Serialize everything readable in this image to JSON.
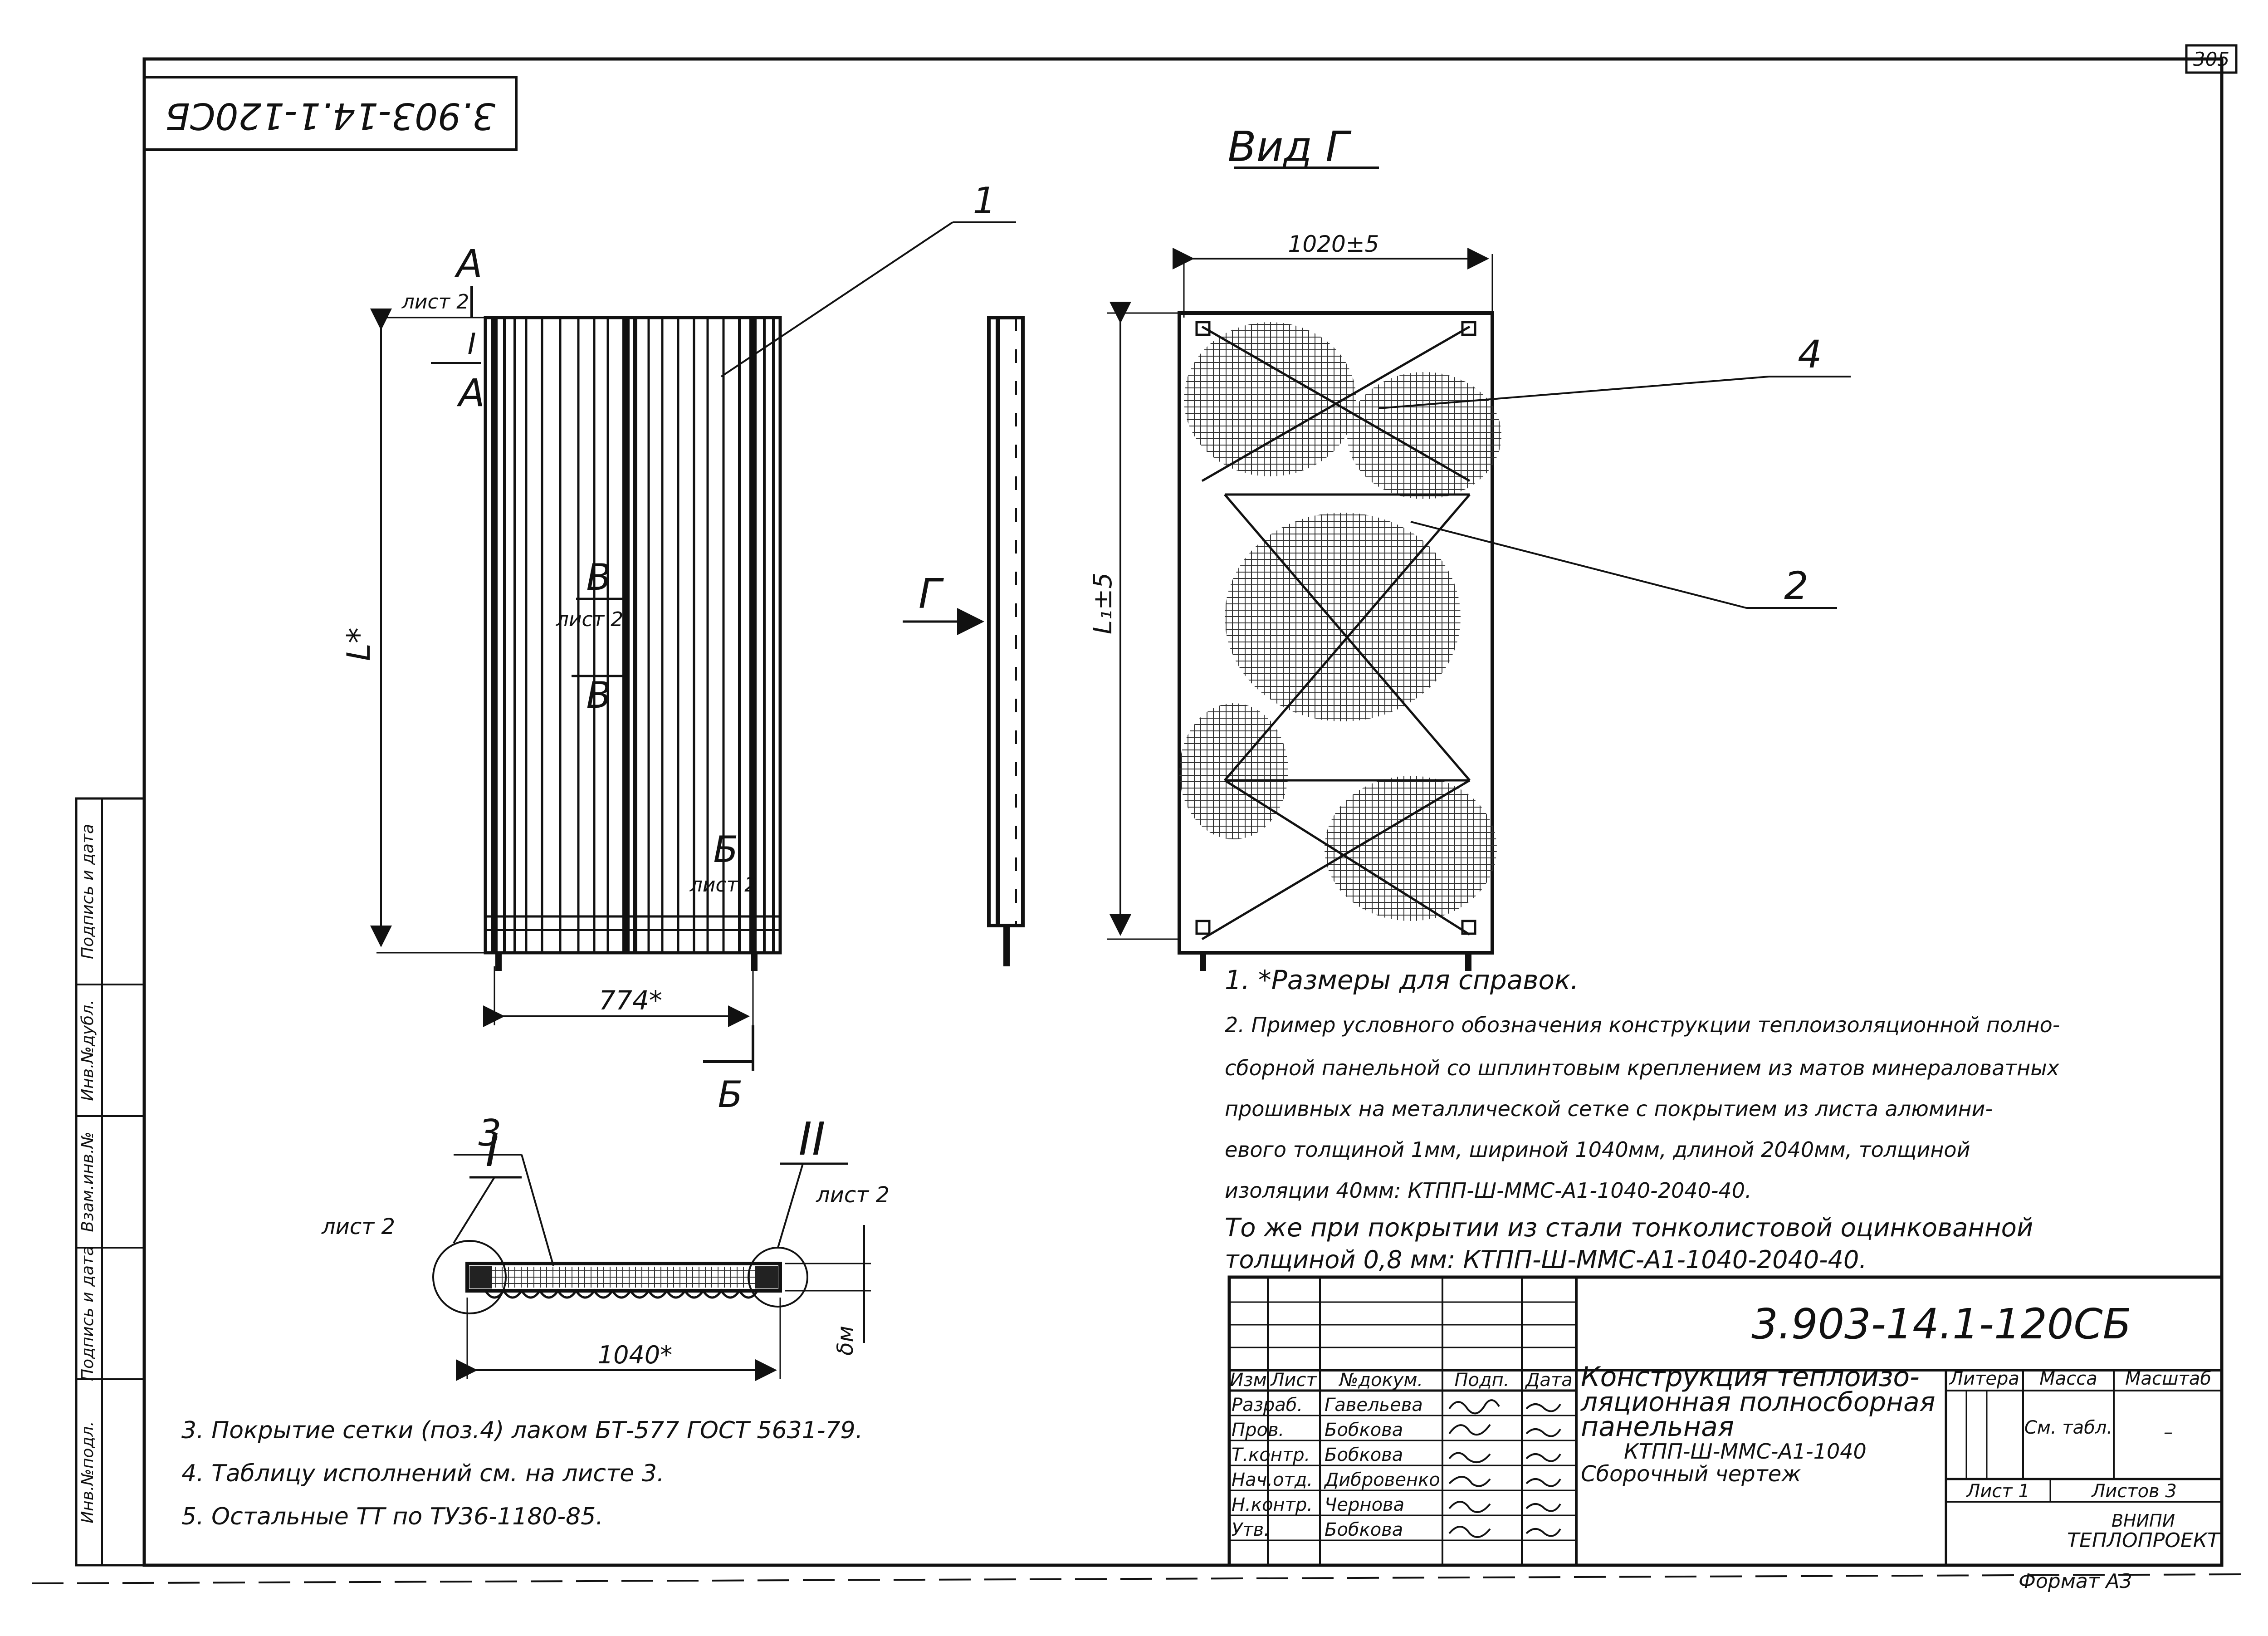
{
  "sheet_corner": "305",
  "designation_rotated": "3.903-14.1-120СБ",
  "view_title": "Вид Г",
  "left_view": {
    "section_a": "А",
    "sheet2_a": "лист 2",
    "numeral_one": "I",
    "section_v": "В",
    "sheet2_v": "лист 2",
    "section_b": "Б",
    "sheet2_b": "лист 2",
    "height_dim": "L*",
    "width_dim": "774*",
    "callout_1": "1"
  },
  "side_view": {
    "view_arrow": "Г"
  },
  "right_view": {
    "width_dim": "1020±5",
    "height_dim": "L₁±5",
    "callout_4": "4",
    "callout_2": "2"
  },
  "bottom_section": {
    "callout_3": "3",
    "numeral_one": "I",
    "numeral_two": "II",
    "sheet2_left": "лист 2",
    "sheet2_right": "лист 2",
    "width_dim": "1040*",
    "thickness_dim": "δм"
  },
  "notes_right": {
    "n1": "1. *Размеры для справок.",
    "n2_lines": [
      "2. Пример условного обозначения конструкции теплоизоляционной полно-",
      "сборной панельной со шплинтовым креплением из матов минераловатных",
      "прошивных на металлической сетке с покрытием из листа алюмини-",
      "евого толщиной 1мм, шириной 1040мм, длиной 2040мм, толщиной",
      "изоляции 40мм: КТПП-Ш-ММС-А1-1040-2040-40.",
      "То же при покрытии из стали тонколистовой оцинкованной",
      "толщиной 0,8 мм: КТПП-Ш-ММС-А1-1040-2040-40."
    ]
  },
  "notes_bottom": [
    "3. Покрытие сетки (поз.4) лаком БТ-577 ГОСТ 5631-79.",
    "4. Таблицу исполнений см. на листе 3.",
    "5. Остальные ТТ по ТУ36-1180-85."
  ],
  "stamp": {
    "designation": "3.903-14.1-120СБ",
    "title_lines": [
      "Конструкция теплоизо-",
      "ляционная полносборная",
      "панельная",
      "КТПП-Ш-ММС-А1-1040",
      "Сборочный чертеж"
    ],
    "col_headers": [
      "Изм",
      "Лист",
      "№докум.",
      "Подп.",
      "Дата"
    ],
    "rows": [
      {
        "role": "Разраб.",
        "name": "Гавельева"
      },
      {
        "role": "Пров.",
        "name": "Бобкова"
      },
      {
        "role": "Т.контр.",
        "name": "Бобкова"
      },
      {
        "role": "Нач.отд.",
        "name": "Дибровенко"
      },
      {
        "role": "Н.контр.",
        "name": "Чернова"
      },
      {
        "role": "Утв.",
        "name": "Бобкова"
      }
    ],
    "litera": "Литера",
    "massa": "Масса",
    "masshtab": "Масштаб",
    "massa_val": "См. табл.",
    "masshtab_val": "–",
    "list_label": "Лист 1",
    "listov_label": "Листов 3",
    "org_line1": "ВНИПИ",
    "org_line2": "ТЕПЛОПРОЕКТ"
  },
  "side_stamp": [
    "Инв.№подл.",
    "Подпись и дата",
    "Взам.инв.№",
    "Инв.№дубл.",
    "Подпись и дата"
  ],
  "format": "Формат А3"
}
